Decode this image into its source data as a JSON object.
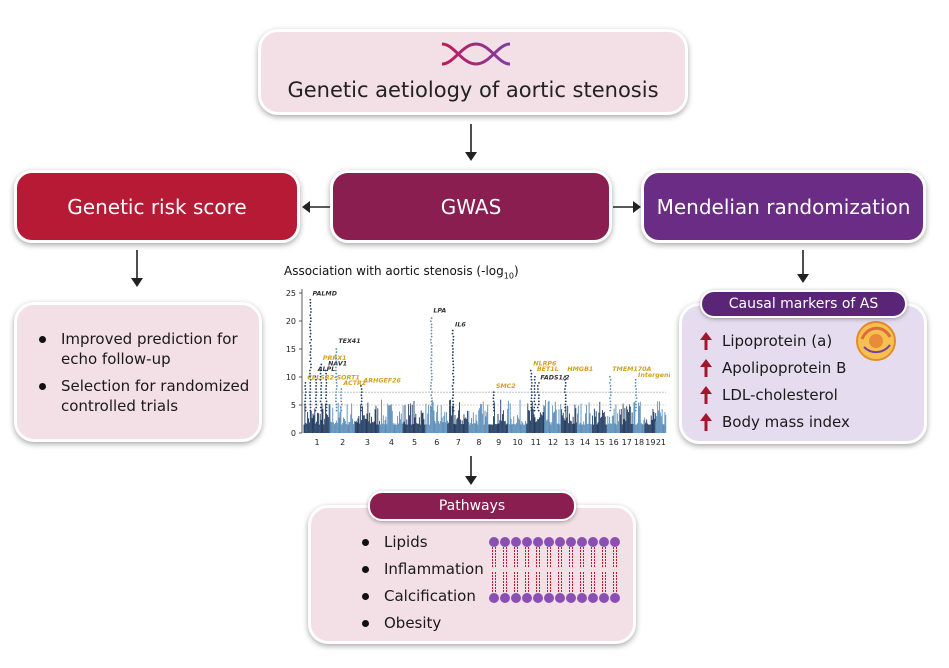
{
  "title": "Genetic aetiology of aortic stenosis",
  "boxes": {
    "genetic_risk_score": "Genetic risk score",
    "gwas": "GWAS",
    "mendelian_randomization": "Mendelian randomization"
  },
  "grs_outcomes": [
    "Improved prediction for echo follow-up",
    "Selection for randomized controlled trials"
  ],
  "causal_markers": {
    "title": "Causal markers of AS",
    "items": [
      "Lipoprotein (a)",
      "Apolipoprotein B",
      "LDL-cholesterol",
      "Body mass index"
    ]
  },
  "pathways": {
    "title": "Pathways",
    "items": [
      "Lipids",
      "Inflammation",
      "Calcification",
      "Obesity"
    ]
  },
  "colors": {
    "grs": "#b71a35",
    "gwas": "#8a1e50",
    "mr": "#6a2c84",
    "manhattan_dark": "#1f3a5f",
    "manhattan_light": "#5b8db8",
    "gene_gold": "#d4a11e"
  },
  "chart_data": {
    "type": "scatter",
    "title_main": "Association with aortic stenosis (-log",
    "title_sub": "10",
    "title_close": ")",
    "ylim": [
      0,
      25
    ],
    "yticks": [
      0,
      5,
      10,
      15,
      20,
      25
    ],
    "xticks": [
      "1",
      "2",
      "3",
      "4",
      "5",
      "6",
      "7",
      "8",
      "9",
      "10",
      "11",
      "12",
      "13",
      "14",
      "15",
      "16",
      "17",
      "18",
      "19",
      "21"
    ],
    "loci": [
      {
        "label": "PALMD",
        "chromosome": "1",
        "y": 24.0,
        "color": "dark"
      },
      {
        "label": "ALPL",
        "chromosome": "1",
        "y": 10.5,
        "color": "dark"
      },
      {
        "label": "PRRX1",
        "chromosome": "1",
        "y": 12.5,
        "color": "gold"
      },
      {
        "label": "NAV1",
        "chromosome": "1",
        "y": 11.5,
        "color": "dark"
      },
      {
        "label": "CELSR2-SORT1",
        "chromosome": "1",
        "y": 9.0,
        "color": "gold"
      },
      {
        "label": "TEX41",
        "chromosome": "2",
        "y": 15.5,
        "color": "dark"
      },
      {
        "label": "ACTR2",
        "chromosome": "2",
        "y": 8.0,
        "color": "gold"
      },
      {
        "label": "ARHGEF26",
        "chromosome": "3",
        "y": 8.5,
        "color": "gold"
      },
      {
        "label": "LPA",
        "chromosome": "6",
        "y": 21.0,
        "color": "dark"
      },
      {
        "label": "IL6",
        "chromosome": "7",
        "y": 18.5,
        "color": "dark"
      },
      {
        "label": "SMC2",
        "chromosome": "9",
        "y": 7.5,
        "color": "gold"
      },
      {
        "label": "NLRP6",
        "chromosome": "11",
        "y": 11.5,
        "color": "gold"
      },
      {
        "label": "BET1L",
        "chromosome": "11",
        "y": 10.5,
        "color": "gold"
      },
      {
        "label": "FADS1/2",
        "chromosome": "11",
        "y": 9.0,
        "color": "dark"
      },
      {
        "label": "HMGB1",
        "chromosome": "13",
        "y": 10.5,
        "color": "gold"
      },
      {
        "label": "TMEM170A",
        "chromosome": "16",
        "y": 10.5,
        "color": "gold"
      },
      {
        "label": "Intergenic",
        "chromosome": "18",
        "y": 9.5,
        "color": "gold"
      }
    ]
  }
}
